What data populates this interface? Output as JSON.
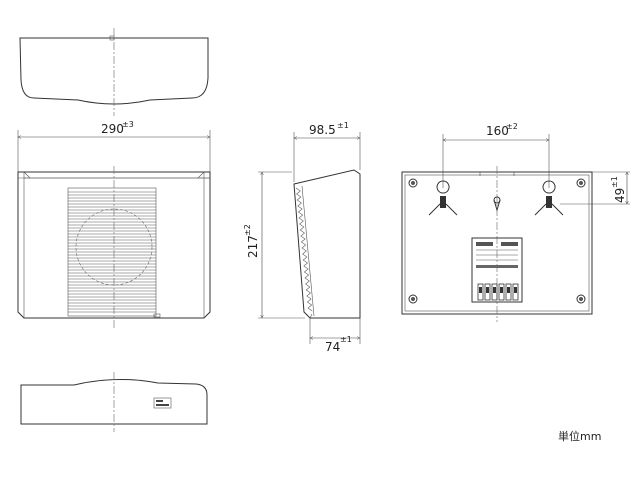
{
  "dimensions": {
    "front_width": {
      "value": "290",
      "tolerance": "±3"
    },
    "side_depth": {
      "value": "98.5",
      "tolerance": "±1"
    },
    "rear_mount_pitch": {
      "value": "160",
      "tolerance": "±2"
    },
    "rear_mount_offset": {
      "value": "49",
      "tolerance": "±1"
    },
    "height": {
      "value": "217",
      "tolerance": "±2"
    },
    "base_depth": {
      "value": "74",
      "tolerance": "±1"
    }
  },
  "unit_note": "単位mm",
  "colors": {
    "line": "#333333",
    "background": "#ffffff"
  }
}
